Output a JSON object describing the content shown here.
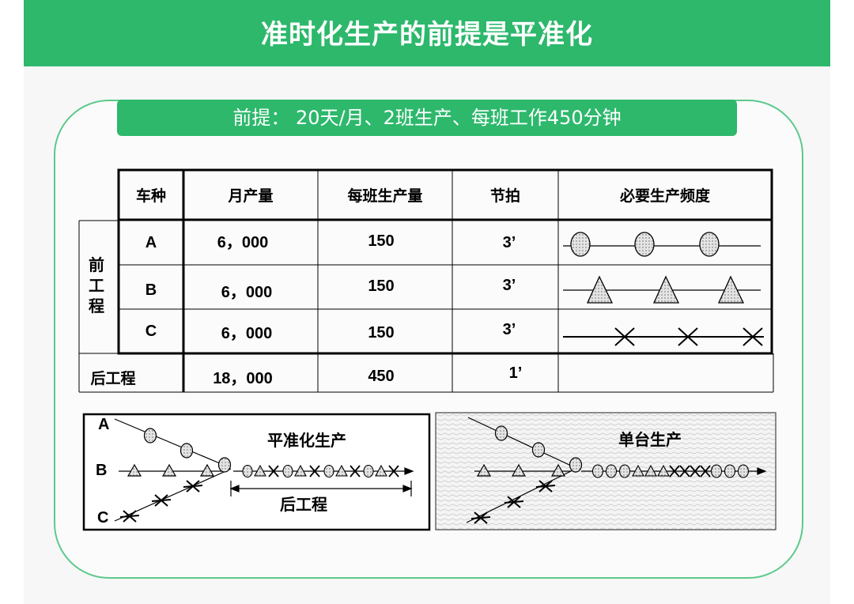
{
  "header": {
    "title": "准时化生产的前提是平准化"
  },
  "premise": {
    "label": "前提：",
    "text": "20天/月、2班生产、每班工作450分钟"
  },
  "table": {
    "columns": [
      "车种",
      "月产量",
      "每班生产量",
      "节拍",
      "必要生产频度"
    ],
    "group_label": [
      "前",
      "工",
      "程"
    ],
    "rows": [
      {
        "type": "A",
        "monthly": "6，000",
        "per_shift": "150",
        "takt": "3’"
      },
      {
        "type": "B",
        "monthly": "6，000",
        "per_shift": "150",
        "takt": "3’"
      },
      {
        "type": "C",
        "monthly": "6，000",
        "per_shift": "150",
        "takt": "3’"
      }
    ],
    "after": {
      "label": "后工程",
      "monthly": "18，000",
      "per_shift": "450",
      "takt": "1’"
    }
  },
  "diagrams": {
    "left": {
      "title": "平准化生产",
      "range_label": "后工程",
      "labels": [
        "A",
        "B",
        "C"
      ]
    },
    "right": {
      "title": "单台生产"
    }
  },
  "colors": {
    "accent": "#2db86c",
    "frame": "#5cc98b",
    "symbol_fill": "#cfcfcf"
  }
}
